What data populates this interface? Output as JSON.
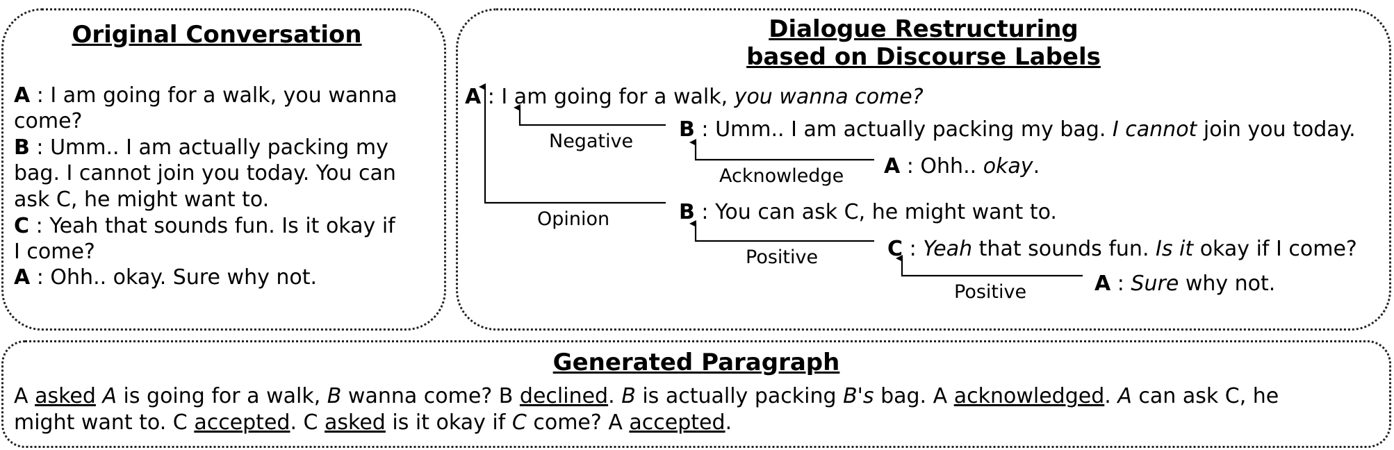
{
  "original": {
    "title": "Original Conversation",
    "lines": [
      "I am going for a walk, you wanna",
      "come?",
      "Umm.. I am actually packing my",
      "bag. I cannot join you today. You can",
      "ask C, he might want to.",
      "Yeah that sounds fun. Is it okay if",
      "I come?",
      "Ohh.. okay. Sure why not."
    ]
  },
  "speakers": {
    "a": "A",
    "b": "B",
    "c": "C",
    "sep": ":"
  },
  "restructuring": {
    "title_line1": "Dialogue Restructuring",
    "title_line2": "based on Discourse Labels",
    "u1": {
      "plain": "I am going for a walk,",
      "em": "you wanna come?"
    },
    "u2": {
      "pre": "Umm.. I am actually packing my bag.",
      "em": "I cannot",
      "post": "join you today."
    },
    "u3": {
      "pre": "Ohh..",
      "em": "okay",
      "post": "."
    },
    "u4": {
      "plain": "You can ask C, he might want to."
    },
    "u5": {
      "em1": "Yeah",
      "mid": "that sounds fun.",
      "em2": "Is it",
      "post": "okay if I come?"
    },
    "u6": {
      "em": "Sure",
      "post": "why not."
    },
    "labels": {
      "negative": "Negative",
      "acknowledge": "Acknowledge",
      "opinion": "Opinion",
      "positive_1": "Positive",
      "positive_2": "Positive"
    }
  },
  "generated": {
    "title": "Generated Paragraph",
    "line1": {
      "s1": "A",
      "w_asked": "asked",
      "v_a": "A",
      "s2": "is going for a walk,",
      "v_b": "B",
      "s3": "wanna come? B",
      "w_declined": "declined",
      "s4": ".",
      "v_b2": "B",
      "s5": "is actually packing",
      "v_bs": "B's",
      "s6": "bag. A",
      "w_ack": "acknowledged",
      "s7": ".",
      "v_a2": "A",
      "s8": "can ask C, he"
    },
    "line2": {
      "s1": "might want to. C",
      "w_accepted": "accepted",
      "s2": ". C",
      "w_asked": "asked",
      "s3": "is it okay if",
      "v_c": "C",
      "s4": "come? A",
      "w_accepted2": "accepted",
      "s5": "."
    }
  },
  "colors": {
    "text": "#000000",
    "border": "#222222",
    "background": "#ffffff"
  }
}
